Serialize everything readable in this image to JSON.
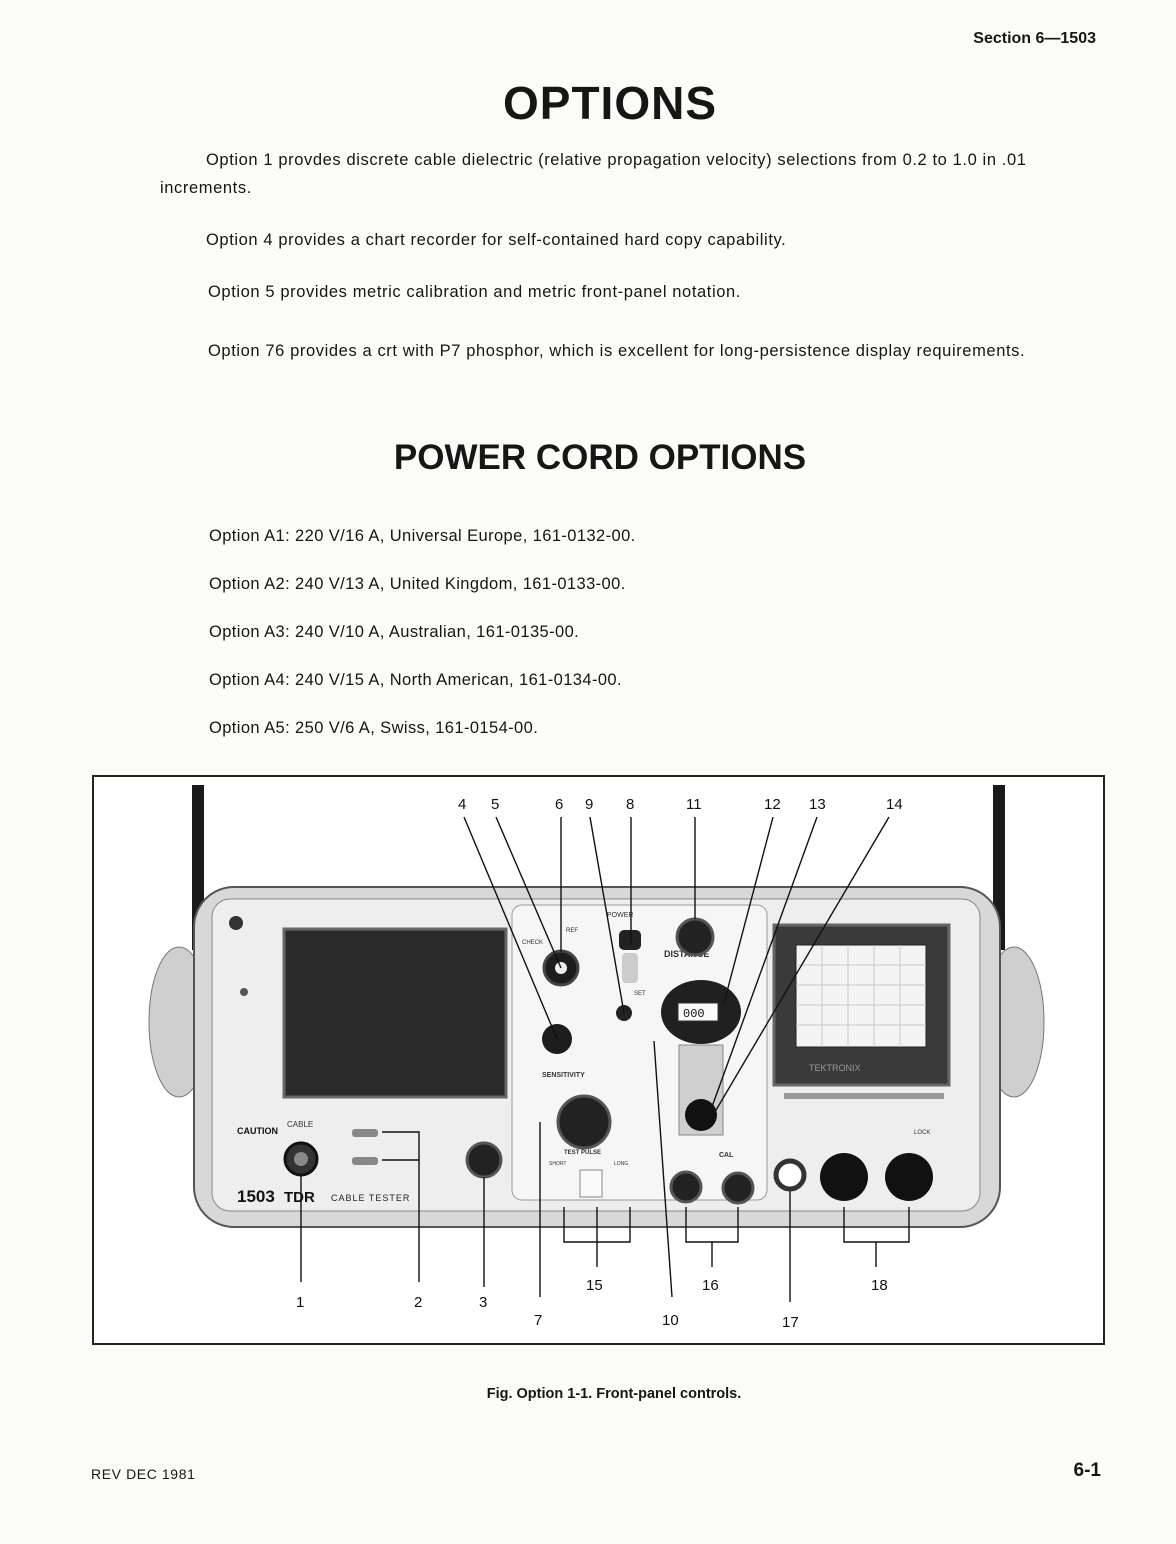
{
  "header": {
    "section": "Section 6—1503"
  },
  "options": {
    "title": "OPTIONS",
    "paragraphs": [
      "Option 1 provdes discrete cable dielectric (relative propagation velocity) selections from 0.2 to 1.0 in .01 increments.",
      "Option 4 provides a chart recorder for self-contained hard copy capability.",
      "Option 5 provides metric calibration and metric front-panel notation.",
      "Option 76 provides a crt with P7 phosphor, which is excellent for long-persistence display requirements."
    ]
  },
  "power_cord": {
    "title": "POWER CORD OPTIONS",
    "items": [
      "Option A1: 220 V/16 A, Universal Europe, 161-0132-00.",
      "Option A2: 240 V/13 A, United Kingdom, 161-0133-00.",
      "Option A3: 240 V/10 A, Australian, 161-0135-00.",
      "Option A4: 240 V/15 A, North American, 161-0134-00.",
      "Option A5: 250 V/6 A, Swiss, 161-0154-00."
    ]
  },
  "figure": {
    "caption": "Fig. Option 1-1. Front-panel controls.",
    "panel": {
      "model": "1503",
      "tdr": "TDR",
      "cable_tester": "CABLE TESTER",
      "caution": "CAUTION",
      "cable": "CABLE",
      "power": "POWER",
      "distance": "DISTANCE",
      "sensitivity": "SENSITIVITY",
      "test_pulse": "TEST PULSE",
      "short": "SHORT",
      "long": "LONG",
      "cal": "CAL",
      "lock": "LOCK",
      "check": "CHECK",
      "ref": "REF",
      "set": "SET",
      "counter": "000",
      "brand": "TEKTRONIX"
    },
    "callouts_top": [
      "4",
      "5",
      "6",
      "9",
      "8",
      "11",
      "12",
      "13",
      "14"
    ],
    "callouts_bottom": [
      "1",
      "2",
      "3",
      "7",
      "15",
      "10",
      "16",
      "17",
      "18"
    ]
  },
  "footer": {
    "rev": "REV DEC 1981",
    "page": "6-1"
  }
}
